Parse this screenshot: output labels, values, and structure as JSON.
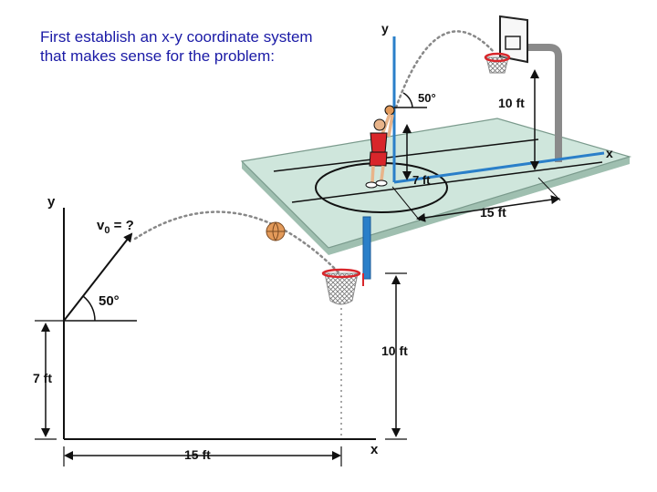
{
  "intro_text": "First establish an x-y coordinate system that makes sense for the problem:",
  "court_labels": {
    "y_axis": "y",
    "x_axis": "x",
    "launch_angle": "50°",
    "rim_height": "10 ft",
    "release_height": "7 ft",
    "horizontal_distance": "15 ft"
  },
  "side_labels": {
    "y_axis": "y",
    "x_axis": "x",
    "initial_velocity_base": "v",
    "initial_velocity_sub": "0",
    "initial_velocity_rest": " = ?",
    "launch_angle": "50°",
    "rim_height": "10 ft",
    "release_height": "7 ft",
    "horizontal_distance": "15 ft"
  },
  "colors": {
    "intro_text": "#1a1aa6",
    "axis_blue": "#2a7fc9",
    "court": "#cfe6dc",
    "court_edge": "#7a9a8c",
    "rim": "#d8262b",
    "ball": "#e39a5a",
    "jersey": "#d8262b"
  }
}
